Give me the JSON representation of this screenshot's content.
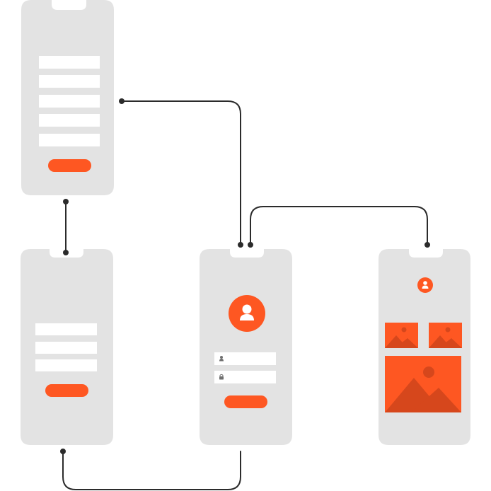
{
  "colors": {
    "phone": "#e3e3e3",
    "accent": "#fe5722",
    "accent_dark": "#d6471c",
    "field": "#ffffff",
    "connector": "#2b2b2b",
    "field_icon": "#6f6f6f"
  },
  "screens": [
    {
      "id": "signup-form",
      "content": "form",
      "fields": 5,
      "has_button": true
    },
    {
      "id": "short-form",
      "content": "form",
      "fields": 3,
      "has_button": true
    },
    {
      "id": "login",
      "content": "login",
      "avatar_icon": "user-icon",
      "fields": [
        {
          "icon": "user-icon"
        },
        {
          "icon": "lock-icon"
        }
      ],
      "has_button": true
    },
    {
      "id": "gallery",
      "content": "gallery",
      "avatar_icon": "user-icon",
      "images": [
        {
          "icon": "image-icon"
        },
        {
          "icon": "image-icon"
        },
        {
          "icon": "image-icon"
        }
      ]
    }
  ],
  "connections": [
    {
      "from": "signup-form",
      "to": "login"
    },
    {
      "from": "signup-form",
      "to": "short-form"
    },
    {
      "from": "login",
      "to": "gallery"
    },
    {
      "from": "short-form",
      "to": "login"
    }
  ]
}
